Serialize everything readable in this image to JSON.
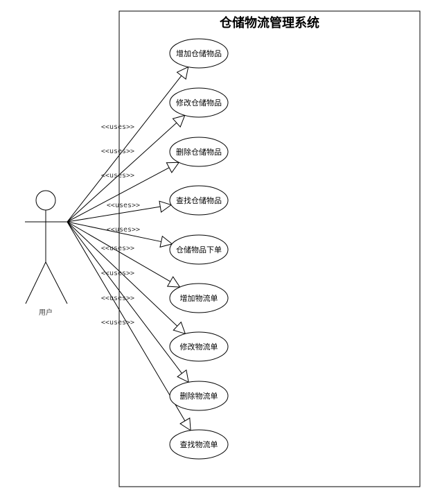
{
  "system": {
    "title": "仓储物流管理系统"
  },
  "actor": {
    "label": "用户"
  },
  "stereotype": "<<uses>>",
  "use_cases": [
    {
      "label": "增加仓储物品"
    },
    {
      "label": "修改仓储物品"
    },
    {
      "label": "删除仓储物品"
    },
    {
      "label": "查找仓储物品"
    },
    {
      "label": "仓储物品下单"
    },
    {
      "label": "增加物流单"
    },
    {
      "label": "修改物流单"
    },
    {
      "label": "删除物流单"
    },
    {
      "label": "查找物流单"
    }
  ]
}
